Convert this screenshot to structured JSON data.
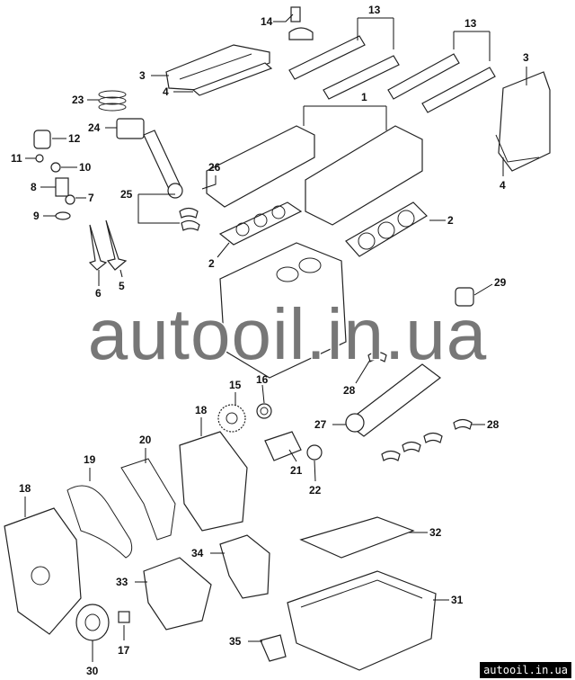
{
  "diagram": {
    "callouts": {
      "c1": "1",
      "c2a": "2",
      "c2b": "2",
      "c3a": "3",
      "c3b": "3",
      "c4a": "4",
      "c4b": "4",
      "c5": "5",
      "c6": "6",
      "c7": "7",
      "c8": "8",
      "c9": "9",
      "c10": "10",
      "c11": "11",
      "c12": "12",
      "c13a": "13",
      "c13b": "13",
      "c14": "14",
      "c15": "15",
      "c16": "16",
      "c17": "17",
      "c18a": "18",
      "c18b": "18",
      "c19": "19",
      "c20": "20",
      "c21": "21",
      "c22": "22",
      "c23": "23",
      "c24": "24",
      "c25": "25",
      "c26": "26",
      "c27": "27",
      "c28a": "28",
      "c28b": "28",
      "c29": "29",
      "c30": "30",
      "c31": "31",
      "c32": "32",
      "c33": "33",
      "c34": "34",
      "c35": "35"
    }
  },
  "watermark": "autooil.in.ua",
  "badge": "autooil.in.ua"
}
